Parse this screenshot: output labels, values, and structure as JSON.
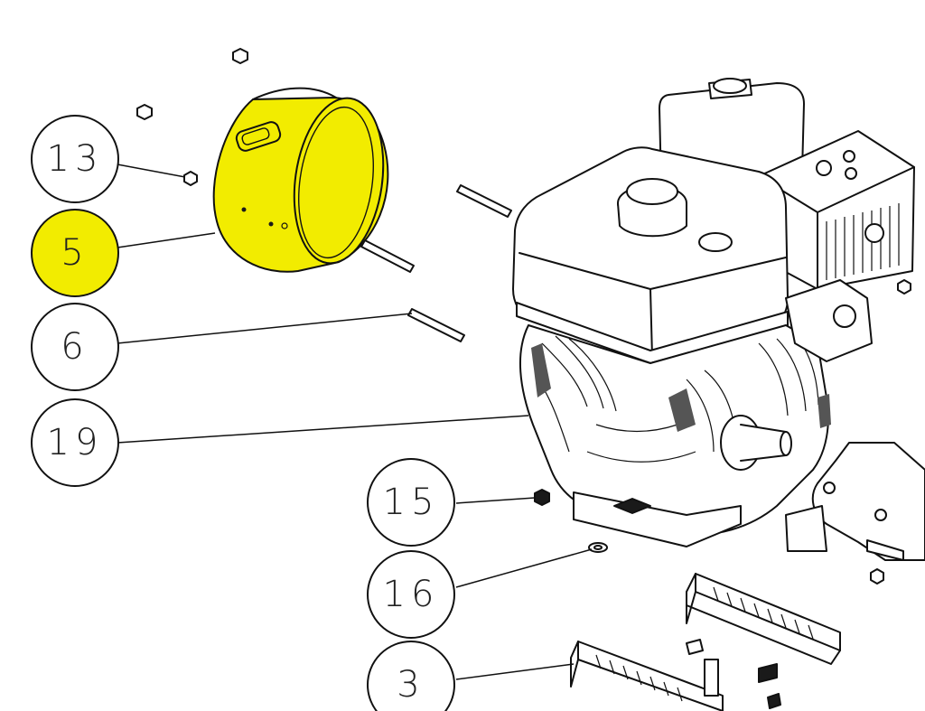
{
  "diagram": {
    "highlight_color": "#f2ec00",
    "callouts": [
      {
        "id": "13",
        "label": "13"
      },
      {
        "id": "5",
        "label": "5",
        "highlighted": true
      },
      {
        "id": "6",
        "label": "6"
      },
      {
        "id": "19",
        "label": "19"
      },
      {
        "id": "15",
        "label": "15"
      },
      {
        "id": "16",
        "label": "16"
      },
      {
        "id": "3",
        "label": "3"
      }
    ]
  }
}
